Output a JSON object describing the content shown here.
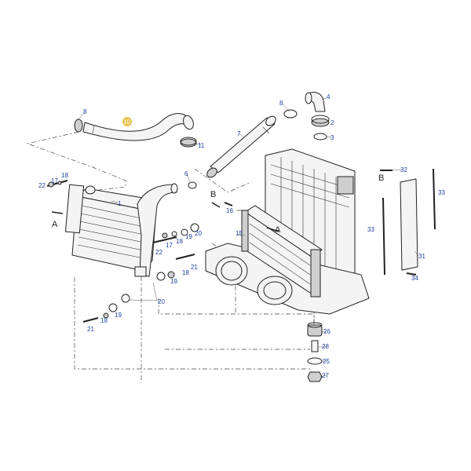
{
  "diagram": {
    "highlight_color": "#e8c24a",
    "callout_color": "#1e3fa0",
    "letters": [
      "A",
      "B",
      "A",
      "B"
    ],
    "callouts": [
      "8",
      "10",
      "11",
      "8",
      "4",
      "2",
      "3",
      "7",
      "6",
      "18",
      "17",
      "22",
      "1",
      "16",
      "15",
      "20",
      "19",
      "18",
      "22",
      "17",
      "21",
      "19",
      "18",
      "20",
      "19",
      "18",
      "21",
      "26",
      "28",
      "25",
      "27",
      "32",
      "33",
      "33",
      "31",
      "34"
    ]
  }
}
